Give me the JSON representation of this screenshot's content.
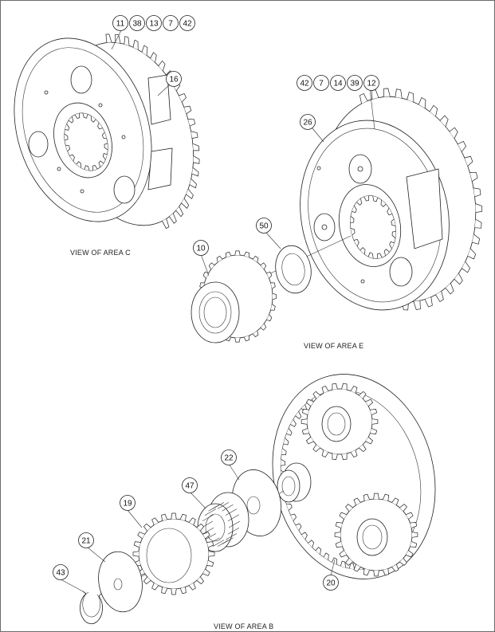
{
  "captions": {
    "area_c": "VIEW OF AREA  C",
    "area_e": "VIEW OF AREA  E",
    "area_b": "VIEW OF AREA  B"
  },
  "callouts": {
    "c_group": [
      "11",
      "38",
      "13",
      "7",
      "42"
    ],
    "c16": "16",
    "e_group": [
      "42",
      "7",
      "14",
      "39",
      "12"
    ],
    "e26": "26",
    "e50": "50",
    "e10": "10",
    "b22": "22",
    "b47": "47",
    "b19": "19",
    "b21": "21",
    "b43": "43",
    "b20": "20"
  },
  "colors": {
    "line": "#222222",
    "frame": "#6b6b6b",
    "background": "#ffffff"
  }
}
